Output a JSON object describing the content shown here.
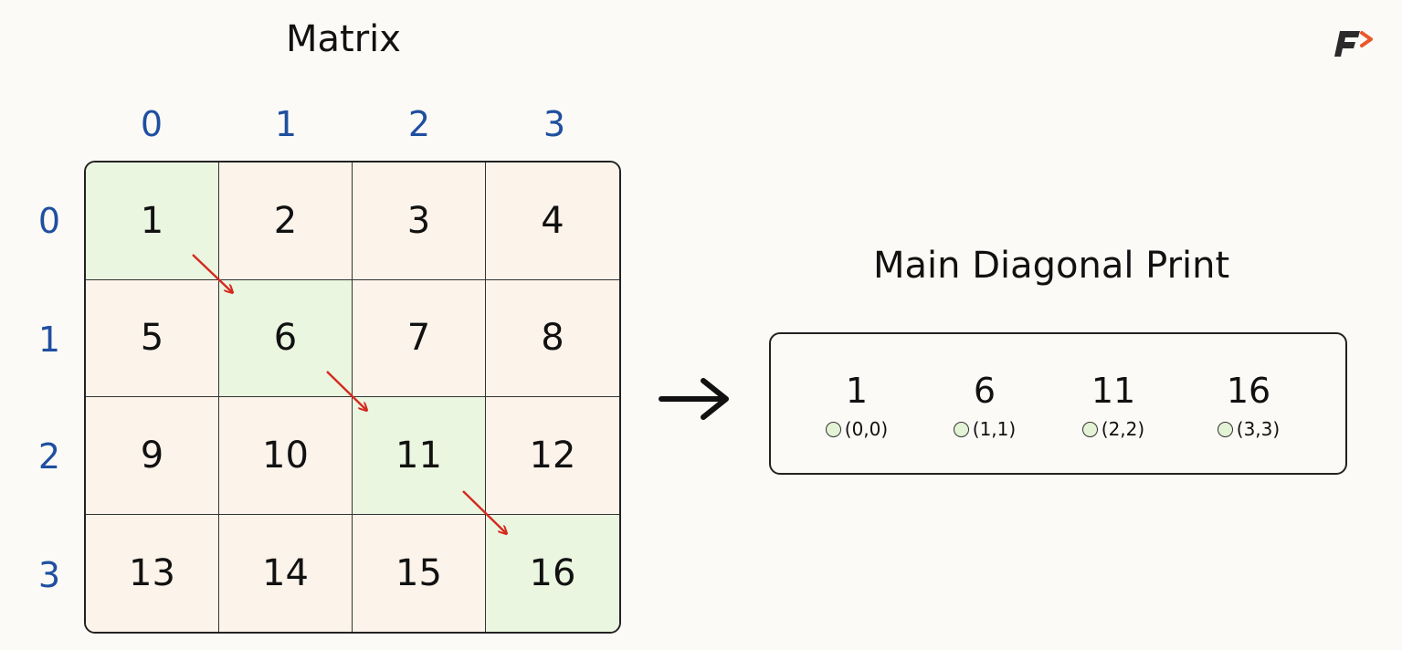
{
  "matrix_title": "Matrix",
  "diagonal_title": "Main Diagonal Print",
  "column_indices": [
    "0",
    "1",
    "2",
    "3"
  ],
  "row_indices": [
    "0",
    "1",
    "2",
    "3"
  ],
  "matrix": [
    [
      "1",
      "2",
      "3",
      "4"
    ],
    [
      "5",
      "6",
      "7",
      "8"
    ],
    [
      "9",
      "10",
      "11",
      "12"
    ],
    [
      "13",
      "14",
      "15",
      "16"
    ]
  ],
  "diagonal_output": [
    {
      "value": "1",
      "coord": "(0,0)"
    },
    {
      "value": "6",
      "coord": "(1,1)"
    },
    {
      "value": "11",
      "coord": "(2,2)"
    },
    {
      "value": "16",
      "coord": "(3,3)"
    }
  ],
  "colors": {
    "index_blue": "#1f4fa0",
    "diagonal_fill": "#eaf6e0",
    "cell_fill": "#fcf3ea",
    "arrow_red": "#d42a1f",
    "logo_orange": "#e8582a"
  },
  "icons": {
    "flow_arrow": "right-arrow-icon",
    "logo": "brand-logo-icon"
  }
}
